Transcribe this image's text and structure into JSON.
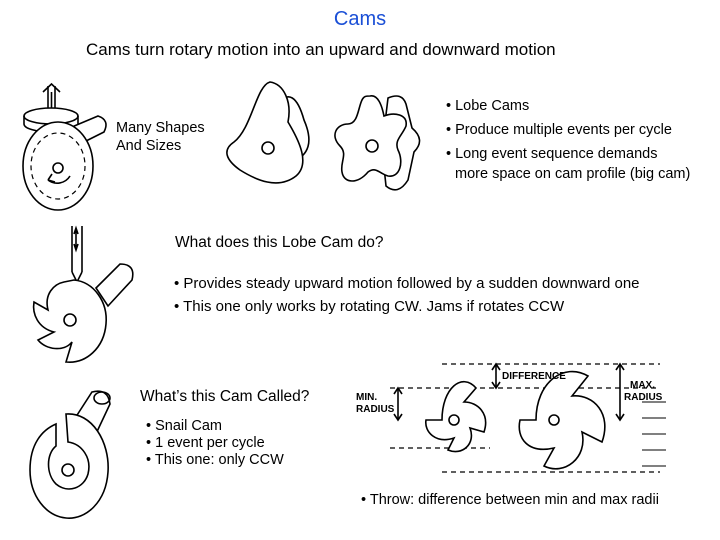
{
  "title": "Cams",
  "subtitle": "Cams turn rotary motion into an upward and downward motion",
  "shapes_label": {
    "line1": "Many Shapes",
    "line2": "And Sizes"
  },
  "lobe_list": [
    "• Lobe Cams",
    "• Produce multiple events per cycle",
    "• Long event sequence demands",
    "more space on cam profile (big cam)"
  ],
  "question1": "What does this Lobe Cam do?",
  "answers1": [
    "• Provides steady upward motion followed by a sudden downward one",
    "• This one only works by rotating CW.  Jams if rotates CCW"
  ],
  "question2": "What’s this Cam Called?",
  "answers2": [
    "• Snail Cam",
    "• 1 event per cycle",
    "• This one: only CCW"
  ],
  "diagram_labels": {
    "difference": "DIFFERENCE",
    "min_line1": "MIN.",
    "min_line2": "RADIUS",
    "max_line1": "MAX.",
    "max_line2": "RADIUS"
  },
  "throw_text": "• Throw: difference between min and max radii",
  "accent_color": "#1a4fd6"
}
